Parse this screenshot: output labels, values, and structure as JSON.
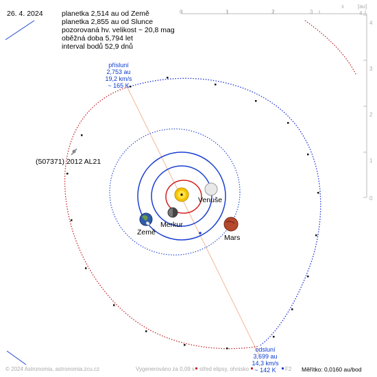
{
  "date": "26. 4. 2024",
  "info": {
    "line1": "planetka 2,514 au od Země",
    "line2": "planetka 2,855 au od Slunce",
    "line3": "pozorovaná hv. velikost ~ 20,8 mag",
    "line4": "oběžná doba 5,794 let",
    "line5": "interval bodů 52,9 dnů"
  },
  "axis": {
    "x_unit": "x",
    "y_unit": "[au]",
    "ticks": [
      "0",
      "1",
      "2",
      "3",
      "4"
    ]
  },
  "perihelion": {
    "title": "přísluní",
    "dist": "2,753 au",
    "speed": "19,2 km/s",
    "temp": "~ 165 K"
  },
  "aphelion": {
    "title": "odsluní",
    "dist": "3,699 au",
    "speed": "14,3 km/s",
    "temp": "~ 142 K"
  },
  "asteroid_label": "(507371) 2012 AL21",
  "planets": {
    "venus": "Venuše",
    "mercury": "Merkur",
    "earth": "Země",
    "mars": "Mars"
  },
  "footer": {
    "copyright": "© 2024 Astronomia, astronomia.zcu.cz",
    "generated": "Vygenerováno za 0,09 s",
    "legend_center": "střed elipsy, ohnisko",
    "legend_f2": "F2",
    "scale": "Měřítko: 0,0160 au/bod"
  },
  "colors": {
    "asteroid_near": "#1a2fd8",
    "asteroid_far": "#c0262a",
    "earth_orbit": "#1a3fd0",
    "mars_orbit": "#1a3fd0",
    "venus_orbit": "#1a3fd0",
    "mercury_orbit": "#d02020",
    "apsides_line": "#f0b090"
  }
}
